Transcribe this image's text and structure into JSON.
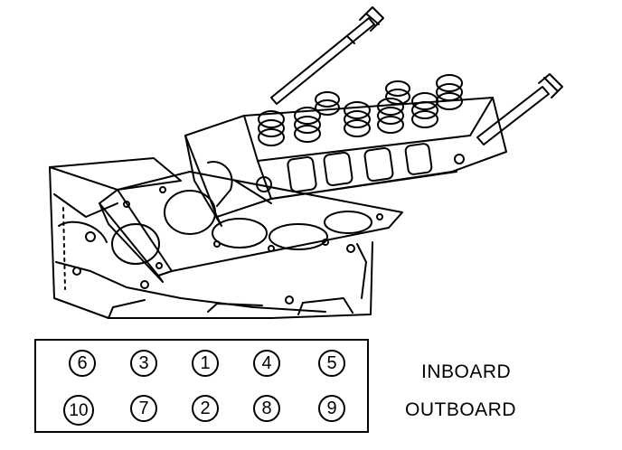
{
  "torque_sequence": {
    "inboard_row": [
      "6",
      "3",
      "1",
      "4",
      "5"
    ],
    "outboard_row": [
      "10",
      "7",
      "2",
      "8",
      "9"
    ]
  },
  "labels": {
    "inboard": "INBOARD",
    "outboard": "OUTBOARD"
  },
  "illustration": {
    "subject": "cylinder-head-and-gasket-assembly"
  }
}
